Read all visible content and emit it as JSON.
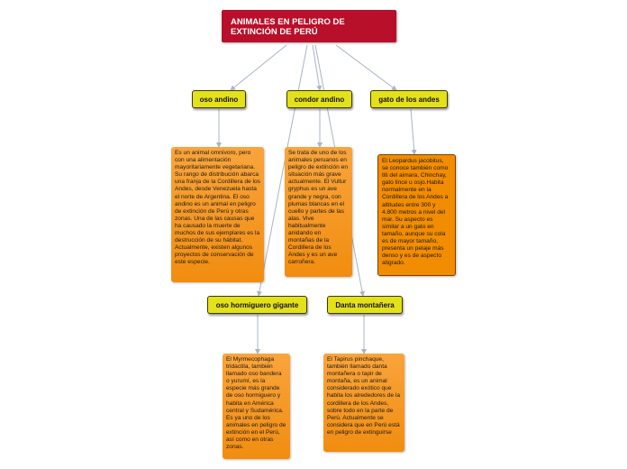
{
  "root": {
    "title": "ANIMALES EN PELIGRO DE EXTINCIÓN DE PERÚ"
  },
  "topics": {
    "oso_andino": "oso andino",
    "condor_andino": "condor andino",
    "gato_andes": "gato de los andes",
    "oso_hormiguero": "oso hormiguero gigante",
    "danta": "Danta montañera"
  },
  "notes": {
    "oso_andino": "Es un animal omnívoro, pero con una alimentación mayoritariamente vegetariana. Su rango de distribución abarca una franja de la Cordillera de los Andes, desde Venezuela hasta el norte de Argentina. El oso andino es un animal en peligro de extinción de Perú y otras zonas. Una de las causas que ha causado la muerte de muchos de sus ejemplares es la destrucción de su hábitat. Actualmente, existen algunos proyectos de conservación de este especie.",
    "condor_andino": "Se trata de uno de los animales peruanos en peligro de extinción en situación más grave actualmente. El Vultur gryphus es un ave grande y negra, con plumas blancas en el cuello y partes de las alas. Vive habitualmente anidando en montañas de la Cordillera de los Andes y es un ave carroñera.",
    "gato_andes": "El Leopardus jacobitus, se conoce también como titi del aimara, Chinchay, gato lince u osjo.Habita normalmente en la Cordillera de los Andes a altitudes entre 300 y 4.800 metros a nivel del mar. Su aspecto es similar a un gato en tamaño, aunque su cola es de mayor tamaño, presenta un pelaje más denso y es de aspecto atigrado.",
    "oso_hormiguero": "El Myrmecophaga tridactila, también llamado oso bandera o yurumí, es la especie más grande de oso hormiguero y habita en América central y Sudamérica. Es ya uno de los animales en peligro de extinción en el Perú, así como en otras zonas.",
    "danta": "El Tapirus pinchaque, también llamado danta montañera o tapir de montaña, es un animal considerado exótico que habita los alrededores de la cordillera de los Andes, sobre todo en la parte de Perú. Actualmente se considera que en Perú está en peligro de extinguirse"
  },
  "colors": {
    "root": "#b8102a",
    "topic": "#e4e01a",
    "note": "#f4961e",
    "connector": "#a9b4c4"
  }
}
